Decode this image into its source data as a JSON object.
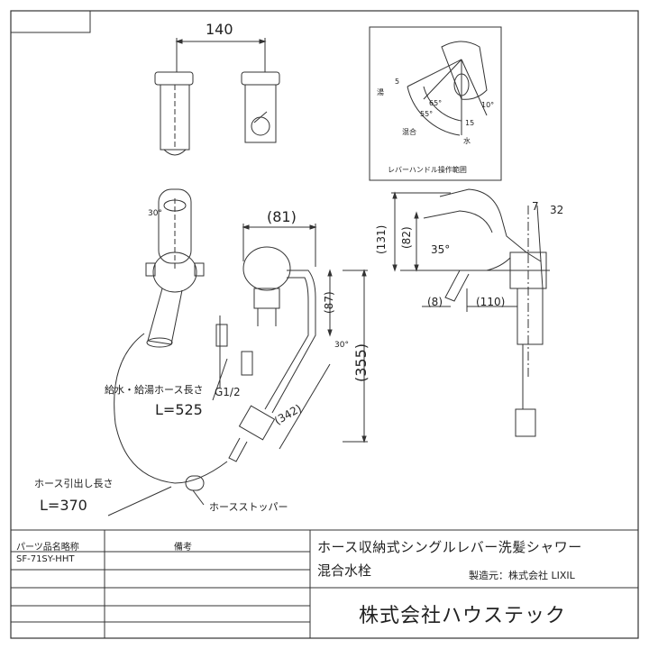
{
  "dimensions": {
    "d140": "140",
    "d81": "(81)",
    "d131": "(131)",
    "d82": "(82)",
    "d35": "35°",
    "d8": "(8)",
    "d110": "(110)",
    "d7": "7",
    "d32": "32",
    "d87": "(87)",
    "d30deg": "30°",
    "d355": "(355)",
    "d342": "(342)",
    "d30": "30°",
    "g12": "G1/2"
  },
  "lever_inset": {
    "caption": "レバーハンドル操作範囲",
    "hot": "湯",
    "mix": "混合",
    "water": "水",
    "a5": "5",
    "a65": "65°",
    "a55": "55°",
    "a15": "15",
    "a10": "10°"
  },
  "labels": {
    "supply_hose": "給水・給湯ホース長さ",
    "supply_len": "L=525",
    "pullout_hose": "ホース引出し長さ",
    "pullout_len": "L=370",
    "stopper": "ホースストッパー"
  },
  "title_block": {
    "col_part": "パーツ品名略称",
    "col_note": "備考",
    "part_code": "SF-71SY-HHT",
    "title_line1": "ホース収納式シングルレバー洗髪シャワー",
    "title_line2": "混合水栓",
    "maker": "製造元：株式会社 LIXIL",
    "company": "株式会社ハウステック"
  }
}
